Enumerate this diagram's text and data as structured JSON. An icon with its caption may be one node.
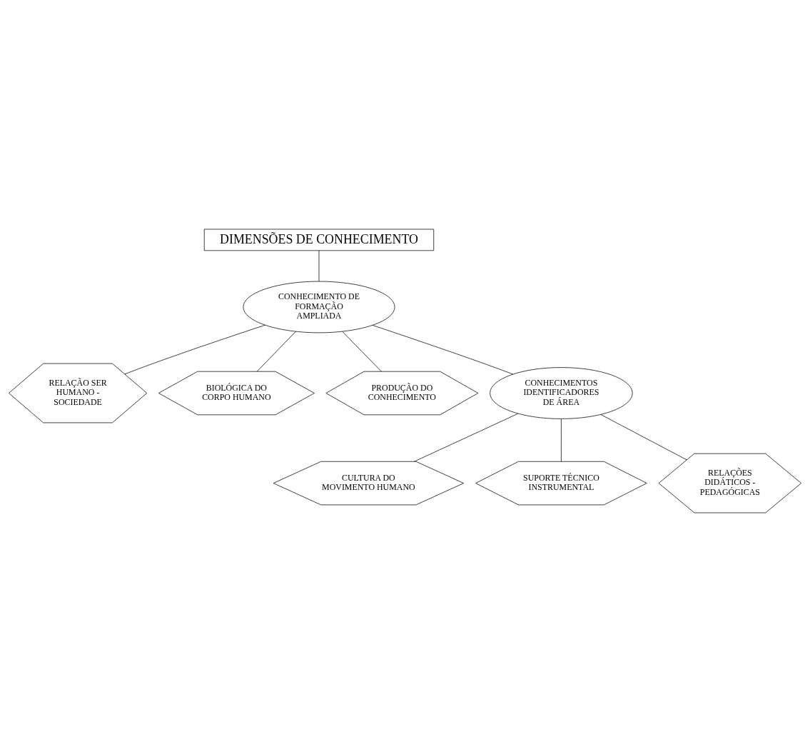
{
  "diagram": {
    "nodes": [
      {
        "text": [
          "DIMENSÕES DE CONHECIMENTO"
        ]
      },
      {
        "text": [
          "CONHECIMENTO DE FORMAÇÃO AMPLIADA"
        ]
      },
      {
        "text": [
          "RELAÇÃO SER HUMANO - SOCIEDADE"
        ]
      },
      {
        "text": [
          "BIOLÓGICA DO CORPO HUMANO"
        ]
      },
      {
        "text": [
          "PRODUÇÃO DO CONHECIMENTO"
        ]
      },
      {
        "text": [
          "CONHECIMENTOS IDENTIFICADORES DE ÁREA"
        ]
      },
      {
        "text": [
          "CULTURA DO MOVIMENTO HUMANO"
        ]
      },
      {
        "text": [
          "SUPORTE TÉCNICO INSTRUMENTAL"
        ]
      },
      {
        "text": [
          "RELAÇÕES DIDÁTICOS - PEDAGÓGICAS"
        ]
      }
    ],
    "edges": [
      {
        "from": 0,
        "to": 1,
        "arrow": "none"
      },
      {
        "from": 1,
        "to": 5,
        "arrow": "none"
      },
      {
        "from": 1,
        "to": 2,
        "arrow": "none"
      },
      {
        "from": 1,
        "to": 3,
        "arrow": "none"
      },
      {
        "from": 1,
        "to": 4,
        "arrow": "none"
      },
      {
        "from": 5,
        "to": 6,
        "arrow": "none"
      },
      {
        "from": 5,
        "to": 7,
        "arrow": "none"
      },
      {
        "from": 5,
        "to": 8,
        "arrow": "none"
      }
    ]
  }
}
